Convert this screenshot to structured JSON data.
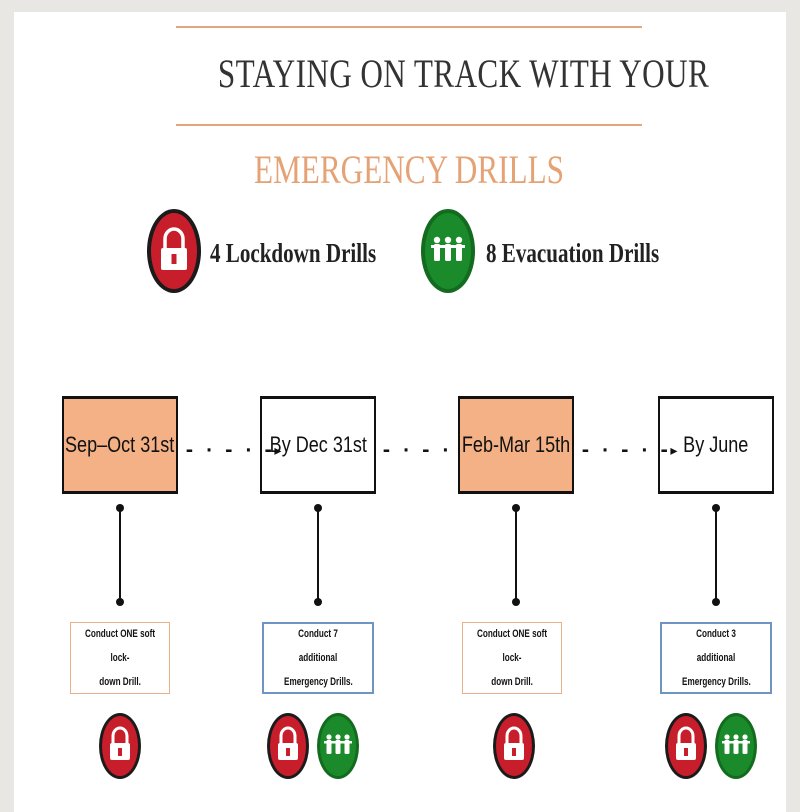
{
  "title": {
    "line1": "STAYING ON TRACK WITH YOUR",
    "line2": "EMERGENCY DRILLS"
  },
  "legend": {
    "lockdown": {
      "label": "4 Lockdown Drills",
      "icon": "lock-icon",
      "color": "#c81e2b"
    },
    "evacuation": {
      "label": "8 Evacuation Drills",
      "icon": "people-icon",
      "color": "#1a8a2a"
    }
  },
  "colors": {
    "accent": "#e5a274",
    "filled_box": "#f3b185",
    "blue_border": "#6e95c4",
    "lock_red": "#c81e2b",
    "evac_green": "#1a8a2a"
  },
  "timeline": [
    {
      "label": "Sep–Oct 31st",
      "filled": true,
      "task_line1": "Conduct ONE soft lock-",
      "task_line2": "down Drill.",
      "task_border": "orange",
      "icons": [
        "lock-icon"
      ]
    },
    {
      "label": "By Dec 31st",
      "filled": false,
      "task_line1": "Conduct 7 additional",
      "task_line2": "Emergency Drills.",
      "task_border": "blue",
      "icons": [
        "lock-icon",
        "people-icon"
      ]
    },
    {
      "label": "Feb-Mar 15th",
      "filled": true,
      "task_line1": "Conduct ONE soft lock-",
      "task_line2": "down Drill.",
      "task_border": "orange",
      "icons": [
        "lock-icon"
      ]
    },
    {
      "label": "By June",
      "filled": false,
      "task_line1": "Conduct 3 additional",
      "task_line2": "Emergency Drills.",
      "task_border": "blue",
      "icons": [
        "lock-icon",
        "people-icon"
      ]
    }
  ]
}
